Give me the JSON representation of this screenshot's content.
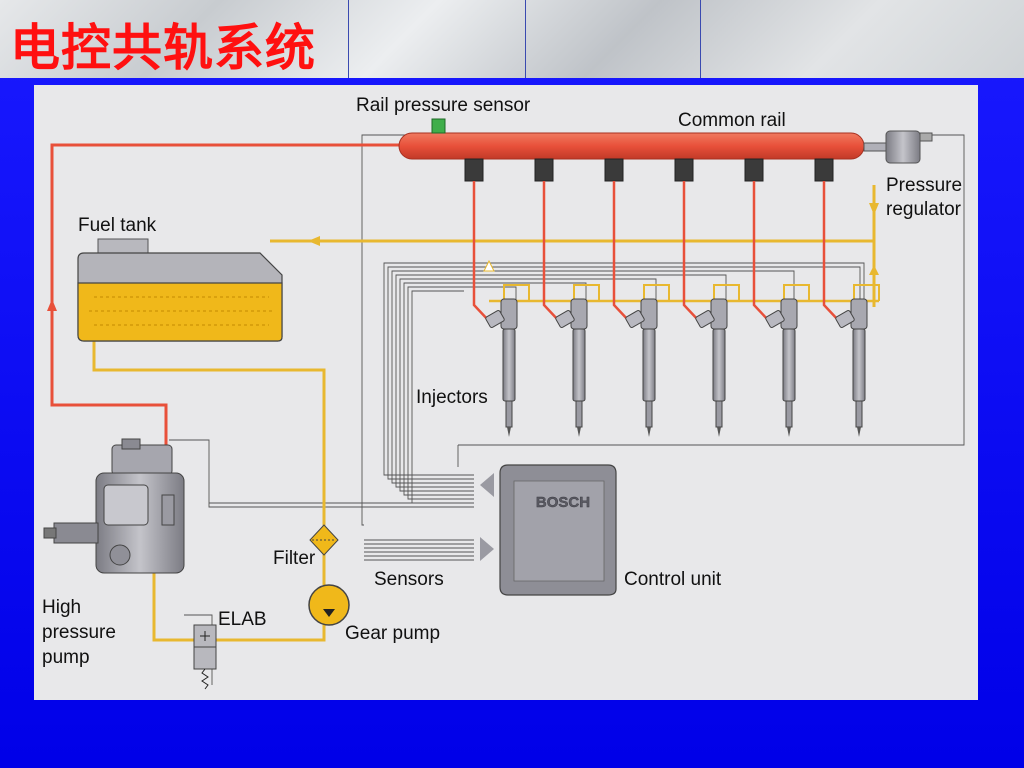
{
  "slide": {
    "title": "电控共轨系统"
  },
  "diagram": {
    "labels": {
      "rail_pressure_sensor": "Rail pressure sensor",
      "common_rail": "Common rail",
      "pressure_regulator_line1": "Pressure",
      "pressure_regulator_line2": "regulator",
      "fuel_tank": "Fuel tank",
      "injectors": "Injectors",
      "filter": "Filter",
      "sensors": "Sensors",
      "control_unit": "Control unit",
      "elab": "ELAB",
      "gear_pump": "Gear pump",
      "hp_pump_line1": "High",
      "hp_pump_line2": "pressure",
      "hp_pump_line3": "pump",
      "bosch": "BOSCH"
    },
    "colors": {
      "high_pressure": "#e8503a",
      "low_pressure": "#e8b830",
      "fuel": "#f0b81a",
      "metal": "#9a9aa2",
      "wire": "#555555"
    },
    "injector_count": 6
  }
}
